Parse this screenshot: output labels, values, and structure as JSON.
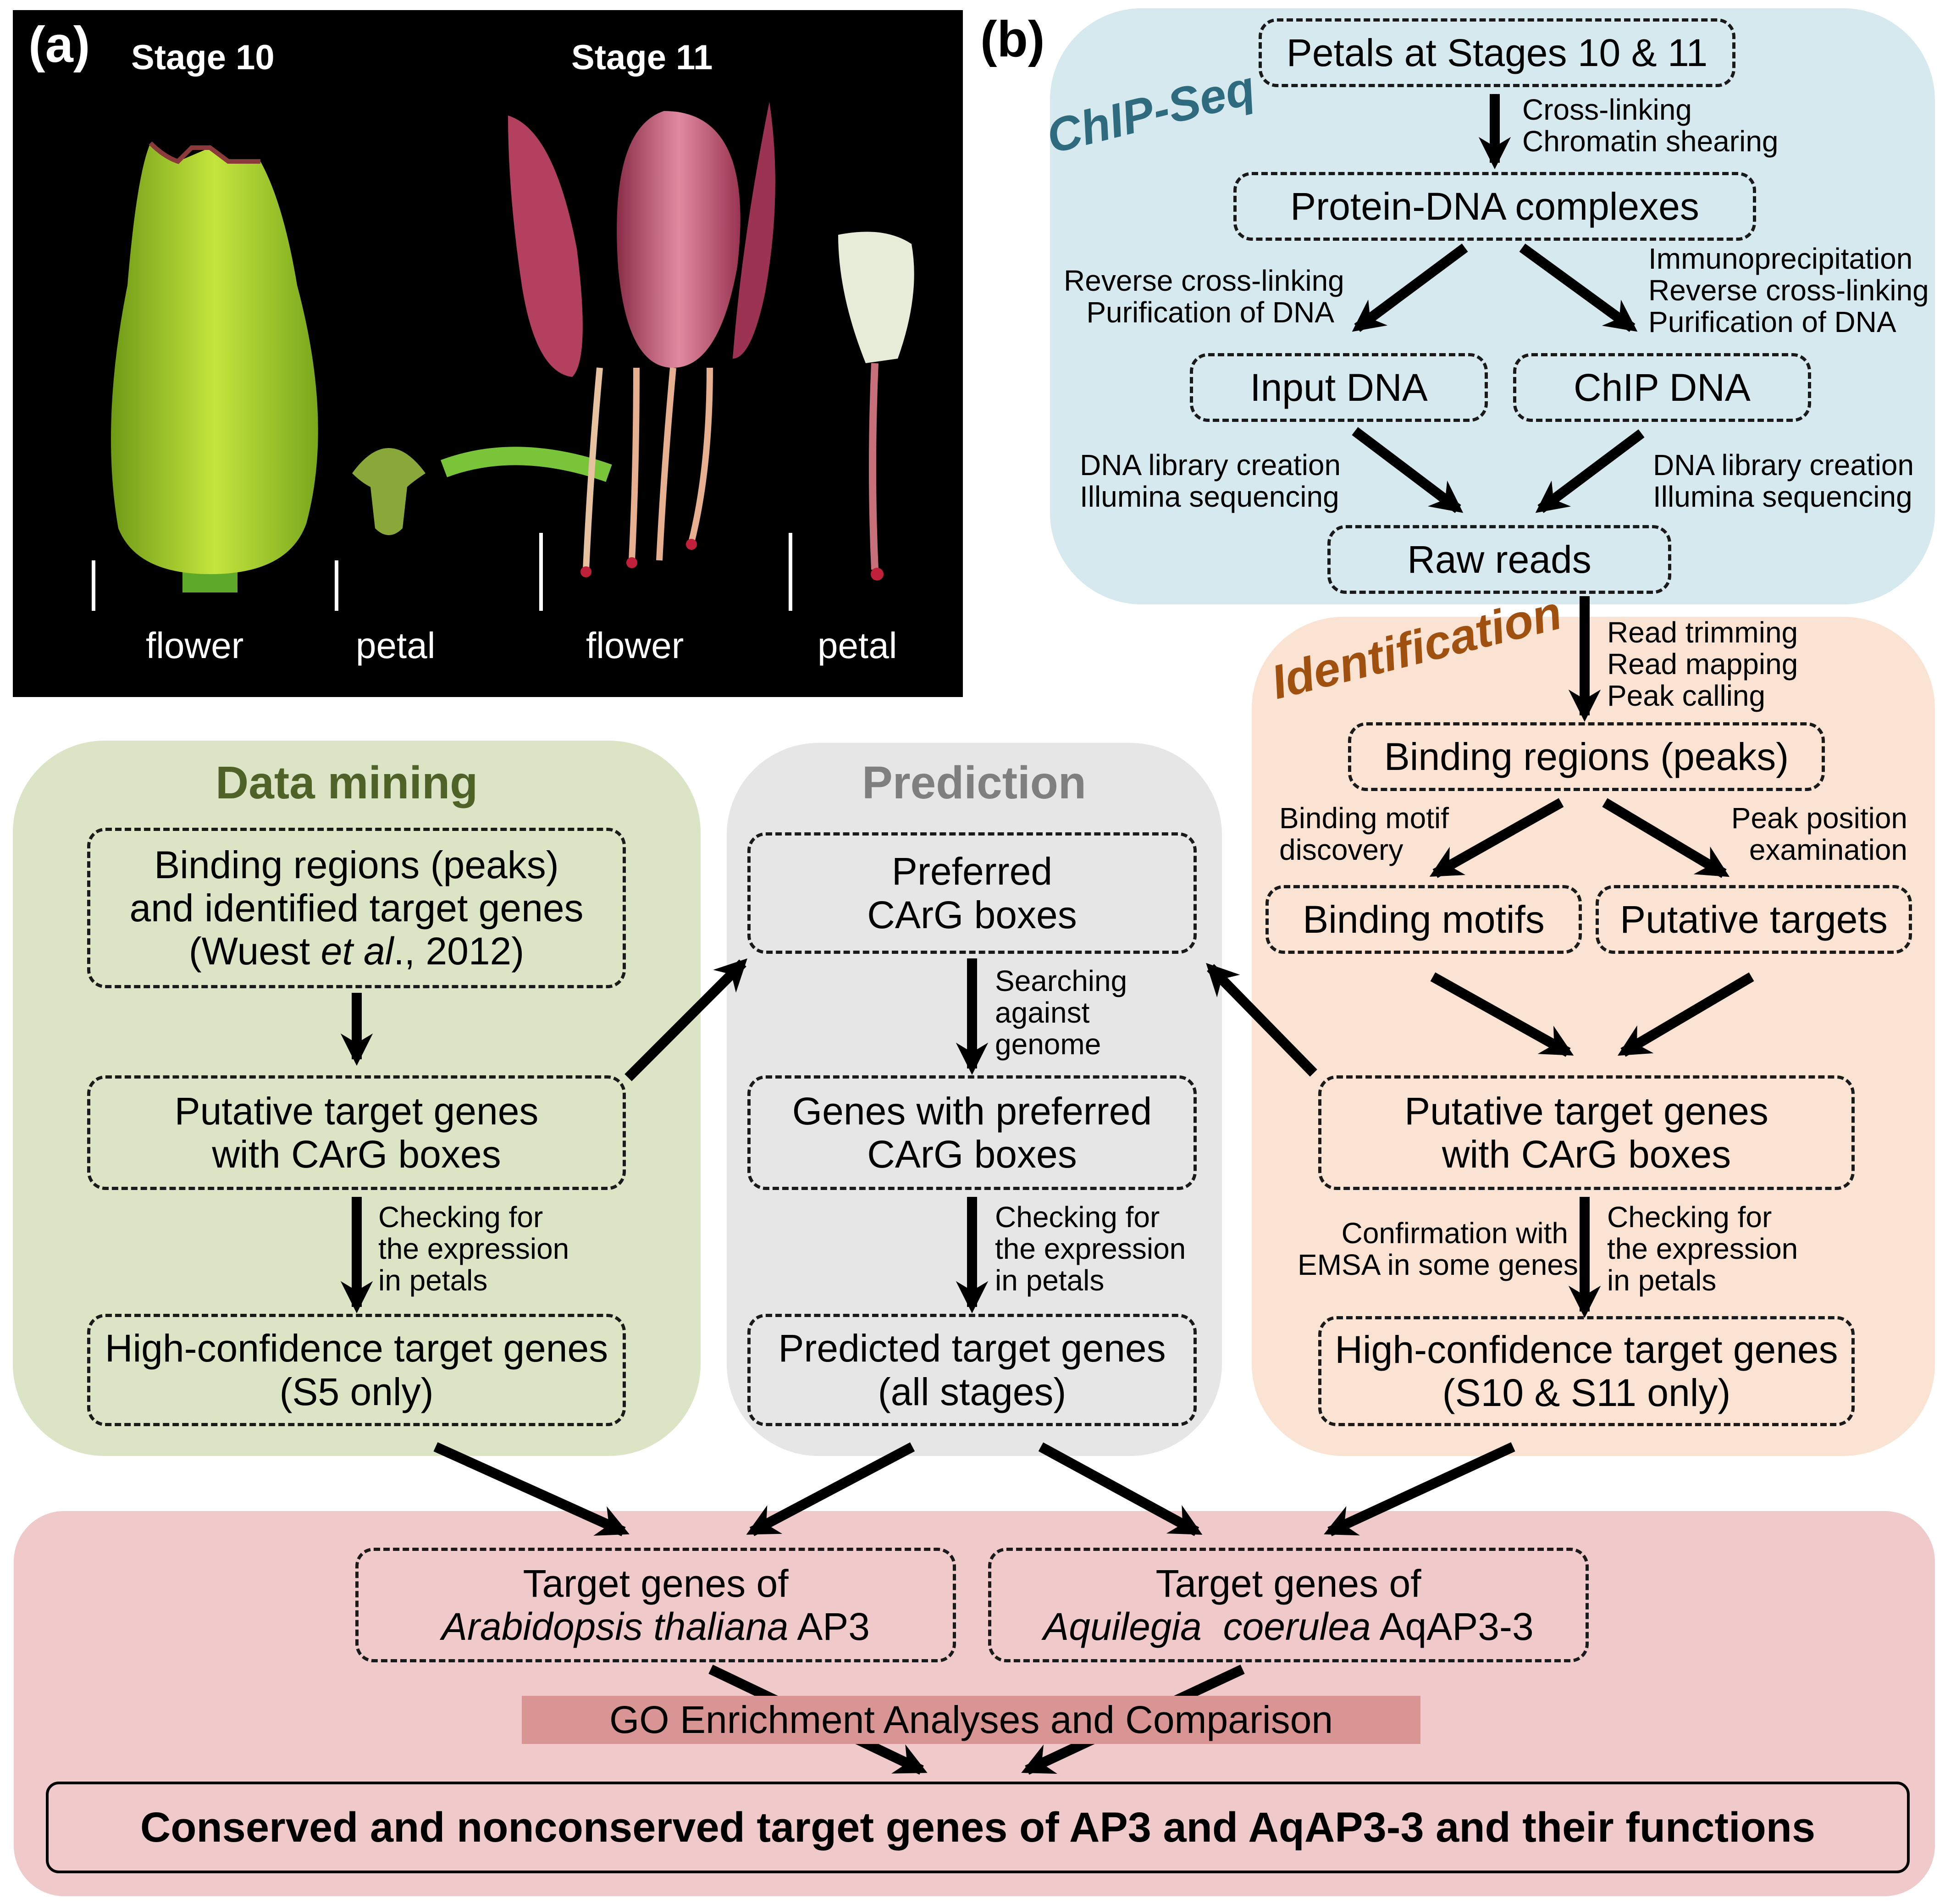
{
  "panel_a": {
    "label": "(a)",
    "stage10": "Stage 10",
    "stage11": "Stage 11",
    "captions": [
      "flower",
      "petal",
      "flower",
      "petal"
    ]
  },
  "panel_b": {
    "label": "(b)",
    "chipseq": {
      "title": "ChIP-Seq",
      "petals": "Petals at Stages 10 & 11",
      "step1": "Cross-linking\nChromatin shearing",
      "complexes": "Protein-DNA complexes",
      "left_step": "Reverse cross-linking\nPurification of DNA",
      "right_step": "Immunoprecipitation\nReverse cross-linking\nPurification of DNA",
      "input_dna": "Input DNA",
      "chip_dna": "ChIP DNA",
      "lib_left": "DNA library creation\nIllumina sequencing",
      "lib_right": "DNA library creation\nIllumina sequencing",
      "raw_reads": "Raw reads"
    },
    "identification": {
      "title": "Identification",
      "step1": "Read trimming\nRead mapping\nPeak calling",
      "binding_regions": "Binding regions (peaks)",
      "motif_step": "Binding motif\ndiscovery",
      "peak_step": "Peak position\nexamination",
      "binding_motifs": "Binding motifs",
      "putative_targets": "Putative targets",
      "putative_genes_1": "Putative target genes",
      "putative_genes_2": "with CArG boxes",
      "emsa": "Confirmation with\nEMSA in some genes",
      "checking": "Checking for\nthe expression\nin petals",
      "high_conf_1": "High-confidence target genes",
      "high_conf_2": "(S10 & S11 only)"
    },
    "data_mining": {
      "title": "Data mining",
      "binding_1": "Binding regions (peaks)",
      "binding_2": "and identified target genes",
      "cite_pre": "(Wuest ",
      "cite_em": "et al",
      "cite_post": "., 2012)",
      "putative_1": "Putative target genes",
      "putative_2": "with CArG boxes",
      "checking": "Checking for\nthe expression\nin petals",
      "high_conf_1": "High-confidence target genes",
      "high_conf_2": "(S5 only)"
    },
    "prediction": {
      "title": "Prediction",
      "preferred_1": "Preferred",
      "preferred_2": "CArG boxes",
      "searching": "Searching\nagainst\ngenome",
      "genes_1": "Genes with preferred",
      "genes_2": "CArG boxes",
      "checking": "Checking for\nthe expression\nin petals",
      "predicted_1": "Predicted target genes",
      "predicted_2": "(all stages)"
    },
    "comparison": {
      "at_1": "Target genes of",
      "at_species": "Arabidopsis thaliana",
      "at_gene": " AP3",
      "aq_1": "Target genes of",
      "aq_species": "Aquilegia  coerulea",
      "aq_gene": " AqAP3-3",
      "go": "GO Enrichment Analyses and Comparison",
      "conclusion": "Conserved and nonconserved target genes of AP3 and AqAP3-3 and their functions"
    }
  },
  "colors": {
    "chipseq_bg": "#d6e9ef",
    "chipseq_title": "#2e6b7f",
    "identification_bg": "#fbe3d3",
    "identification_title": "#a0500f",
    "data_mining_bg": "#dbe5c5",
    "data_mining_title": "#4f6228",
    "prediction_bg": "#e6e6e6",
    "prediction_title": "#7f7f7f",
    "comparison_bg": "#f0cacb",
    "go_bg": "#d99594"
  }
}
